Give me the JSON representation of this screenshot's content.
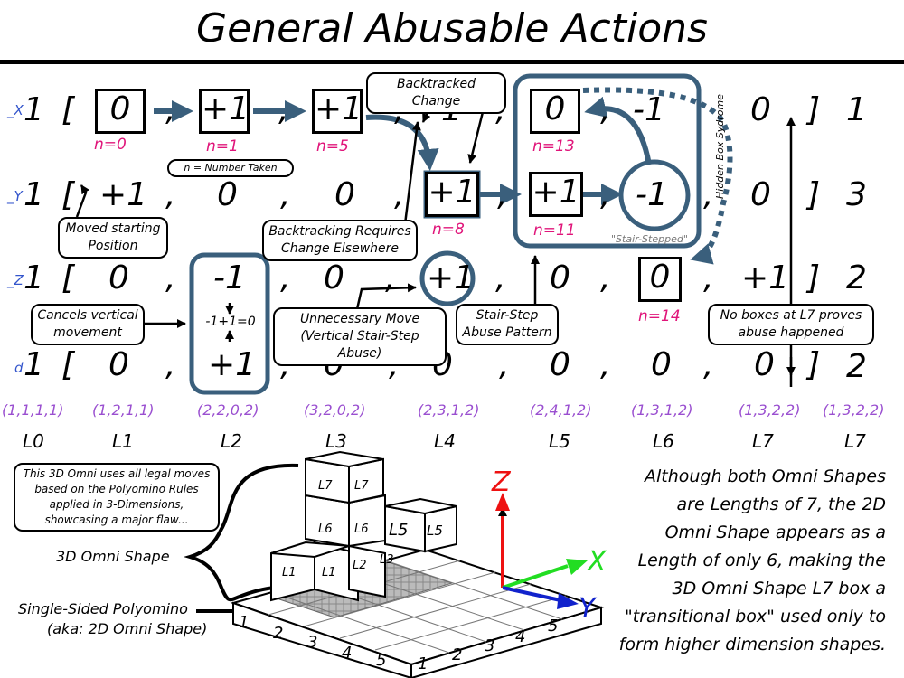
{
  "title": "General Abusable Actions",
  "rows": [
    {
      "label": "_X",
      "lead": "1",
      "open": "[",
      "values": [
        "0",
        "+1",
        "+1",
        "-1",
        "0",
        "-1",
        "0"
      ],
      "close": "]",
      "count": "1"
    },
    {
      "label": "_Y",
      "lead": "1",
      "open": "[",
      "values": [
        "+1",
        "0",
        "0",
        "+1",
        "+1",
        "-1",
        "0"
      ],
      "close": "]",
      "count": "3"
    },
    {
      "label": "_Z",
      "lead": "1",
      "open": "[",
      "values": [
        "0",
        "-1",
        "0",
        "+1",
        "0",
        "0",
        "+1"
      ],
      "close": "]",
      "count": "2"
    },
    {
      "label": "d",
      "lead": "1",
      "open": "[",
      "values": [
        "0",
        "+1",
        "0",
        "0",
        "0",
        "0",
        "0"
      ],
      "close": "]",
      "count": "2"
    }
  ],
  "comma": ",",
  "n_tags": [
    "n=0",
    "n=1",
    "n=5",
    "n=8",
    "n=13",
    "n=11",
    "n=14"
  ],
  "cancel_equation": "-1+1=0",
  "stair_label": "\"Stair-Stepped\"",
  "hidden_box": "Hidden Box Sydrome",
  "callouts": {
    "backtracked_change": "Backtracked Change",
    "number_taken": "n = Number Taken",
    "moved_start": "Moved starting Position",
    "backtracking_requires": "Backtracking Requires Change Elsewhere",
    "cancels_vertical": "Cancels vertical movement",
    "unnecessary_move": "Unnecessary Move (Vertical Stair-Step Abuse)",
    "stair_step_pattern": "Stair-Step Abuse Pattern",
    "no_boxes": "No boxes at L7 proves abuse happened",
    "omni_info": "This 3D Omni uses all legal moves based on the Polyomino Rules applied in 3-Dimensions, showcasing a major flaw..."
  },
  "coords": [
    "(1,1,1,1)",
    "(1,2,1,1)",
    "(2,2,0,2)",
    "(3,2,0,2)",
    "(2,3,1,2)",
    "(2,4,1,2)",
    "(1,3,1,2)",
    "(1,3,2,2)",
    "(1,3,2,2)"
  ],
  "levels": [
    "L0",
    "L1",
    "L2",
    "L3",
    "L4",
    "L5",
    "L6",
    "L7",
    "L7"
  ],
  "labels": {
    "omni3d": "3D Omni Shape",
    "polyomino_line1": "Single-Sided Polyomino",
    "polyomino_line2": "(aka: 2D Omni Shape)"
  },
  "axes": {
    "z": "Z",
    "x": "X",
    "y": "Y"
  },
  "cube_labels": [
    "L1",
    "L1",
    "L2",
    "L3",
    "L5",
    "L5",
    "L6",
    "L6",
    "L7",
    "L7"
  ],
  "grid_numbers_left": [
    "1",
    "2",
    "3",
    "4",
    "5"
  ],
  "grid_numbers_right": [
    "1",
    "2",
    "3",
    "4",
    "5"
  ],
  "note_lines": [
    "Although both Omni Shapes",
    "are Lengths of 7, the 2D",
    "Omni Shape appears as a",
    "Length of only 6, making the",
    "3D Omni Shape L7 box a",
    "\"transitional box\" used only to",
    "form higher dimension shapes."
  ],
  "colors": {
    "accent": "#3a5f7c",
    "n_tag": "#e0157a",
    "coord": "#9a4fd0",
    "row_label": "#3355cc",
    "axis_z": "#ee1111",
    "axis_x": "#22dd22",
    "axis_y": "#1122cc"
  }
}
